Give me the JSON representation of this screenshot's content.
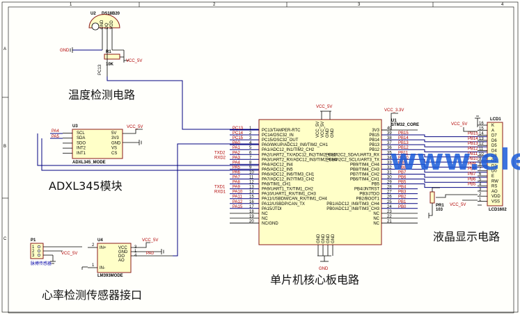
{
  "sheet": {
    "columns": [
      "1",
      "2",
      "3",
      "4"
    ],
    "rows": [
      "A",
      "B",
      "C"
    ]
  },
  "watermark": "www.eleok.com",
  "section_labels": {
    "temperature": "温度检测电路",
    "adxl": "ADXL345模块",
    "heart": "心率检测传感器接口",
    "mcu": "单片机核心板电路",
    "lcd": "液晶显示电路"
  },
  "ds18b20": {
    "ref": "U2",
    "value": "DS18B20",
    "pins": [
      "GND",
      "DQ",
      "VDD"
    ],
    "gnd": "GND",
    "r_ref": "R1",
    "r_value": "10K",
    "vcc": "VCC_5V",
    "net": "PC13"
  },
  "adxl345": {
    "ref": "U3",
    "value": "ADXL345_MODE",
    "left_pins": [
      "SCL",
      "SDA",
      "SDO",
      "INT2",
      "INT1"
    ],
    "right_pins": [
      "5V",
      "3V3",
      "GND",
      "VS",
      "CS"
    ],
    "nets": [
      "PA4",
      "PA5"
    ],
    "vcc": "VCC_5V"
  },
  "heart_sensor": {
    "p_ref": "P1",
    "p_value": "脉搏传感器",
    "p_pins": [
      "1",
      "2",
      "3"
    ],
    "vcc": "VCC_5V",
    "u_ref": "U4",
    "u_value": "LM393MODE",
    "left_pins": [
      "IN+",
      "",
      "IN-"
    ],
    "right_pins": [
      "VCC",
      "GND",
      "DO",
      "AO"
    ],
    "right_nums": [
      "3",
      "1",
      "4",
      ""
    ],
    "left_nums": [
      "2",
      "",
      "1"
    ],
    "vcc2": "VCC_5V",
    "net": "PA0"
  },
  "mcu": {
    "ref": "U1",
    "value": "STM32_CORE",
    "vcc_top": "VCC_5V",
    "vcc_33": "VCC_3.3V",
    "gnd": "GND",
    "left_pins": [
      "PC13/TAMPER-RTC",
      "PC14/OSC32_IN",
      "PC15/OSC32_OUT",
      "PA0/WKUP/ADC12_IN0/TIM2_CH1",
      "PA1/ADC12_IN1/TIM2_CH2",
      "PA2/UART2_TX/ADC12_IN2/TIM2_CH3",
      "PA3/UART2_RX/ADC12_IN3/TIM2_CH4",
      "PA4/ADC12_IN4",
      "PA5/ADC12_IN5",
      "PA6/ADC12_IN6/TIM3_CH1",
      "PA7/ADC12_IN7/TIM3_CH2",
      "PA8/TIM1_CH1",
      "PA9/UART1_TX/TIM1_CH2",
      "PA10/UART1_RX/TIM1_CH3",
      "PA11/USBDM/CAN_RX/TIM1_CH4",
      "PA12/USBDP/CAN_TX",
      "PA15/JTDI",
      "NC",
      "NC",
      "NC/GND"
    ],
    "left_nums": [
      "1",
      "2",
      "3",
      "4",
      "5",
      "6",
      "7",
      "8",
      "9",
      "10",
      "11",
      "12",
      "13",
      "14",
      "15",
      "16",
      "17",
      "18",
      "19",
      "20"
    ],
    "left_nets": [
      "PC13",
      "PC14",
      "PC15",
      "PA0",
      "PA1",
      "PA2",
      "PA3",
      "PA4",
      "PA5",
      "PA6",
      "PA7",
      "PA8",
      "PA9",
      "PA10",
      "PA11",
      "PA12",
      "PA15",
      "",
      "",
      ""
    ],
    "left_extra": [
      "",
      "",
      "",
      "",
      "",
      "TXD2",
      "RXD2",
      "",
      "",
      "",
      "",
      "",
      "TXD1",
      "RXD1",
      "",
      "",
      "",
      "",
      "",
      ""
    ],
    "right_pins": [
      "3V3",
      "PB15",
      "PB14",
      "PB13",
      "PB12",
      "PB11/I2C2_SDA/UART3_RX",
      "PB10/I2C2_SCL/UART3_TX",
      "PB9/TIM4_CH4",
      "PB8/TIM4_CH3",
      "PB7/TIM4_CH2",
      "PB6/TIM4_CH1",
      "PB5",
      "PB4/JNTRST",
      "PB3/JTDO",
      "PB2/BOOT1",
      "PB1/ADC12_IN9/TIM3_CH4",
      "PB0/ADC12_IN8/TIM3_CH3",
      "NC",
      "NC",
      "NC"
    ],
    "right_nums": [
      "40",
      "39",
      "38",
      "37",
      "36",
      "35",
      "34",
      "33",
      "32",
      "31",
      "30",
      "29",
      "28",
      "27",
      "26",
      "25",
      "24",
      "23",
      "22",
      "21"
    ],
    "right_nets": [
      "",
      "PB15",
      "PB14",
      "PB13",
      "PB12",
      "PB11",
      "PB10",
      "PB9",
      "PB8",
      "PB7",
      "PB6",
      "PB5",
      "PB4",
      "PB3",
      "PB2",
      "PB1",
      "PB0",
      "",
      "",
      ""
    ],
    "top_pins": [
      "VCC_5V",
      "VCC_5V",
      "GND",
      "GND"
    ],
    "bottom_pins": [
      "GND",
      "GND",
      "GND",
      "GND"
    ]
  },
  "lcd": {
    "ref": "LCD1",
    "value": "LCD1602",
    "pins": [
      "K",
      "A",
      "D7",
      "D6",
      "D5",
      "D4",
      "D3",
      "D2",
      "D1",
      "D0",
      "E",
      "RW",
      "RS",
      "AO",
      "VDD",
      "VSS"
    ],
    "nums": [
      "16",
      "15",
      "14",
      "13",
      "12",
      "11",
      "10",
      "9",
      "8",
      "7",
      "6",
      "5",
      "4",
      "3",
      "2",
      "1"
    ],
    "nets": [
      "",
      "",
      "PB15",
      "PB14",
      "PB13",
      "PB12",
      "PB11",
      "PB10",
      "PB9",
      "PB8",
      "PB7",
      "PB6",
      "PB5",
      "",
      "",
      ""
    ],
    "vcc": "VCC_5V",
    "vcc2": "VCC_5V",
    "pot_ref": "PR1",
    "pot_value": "103"
  }
}
